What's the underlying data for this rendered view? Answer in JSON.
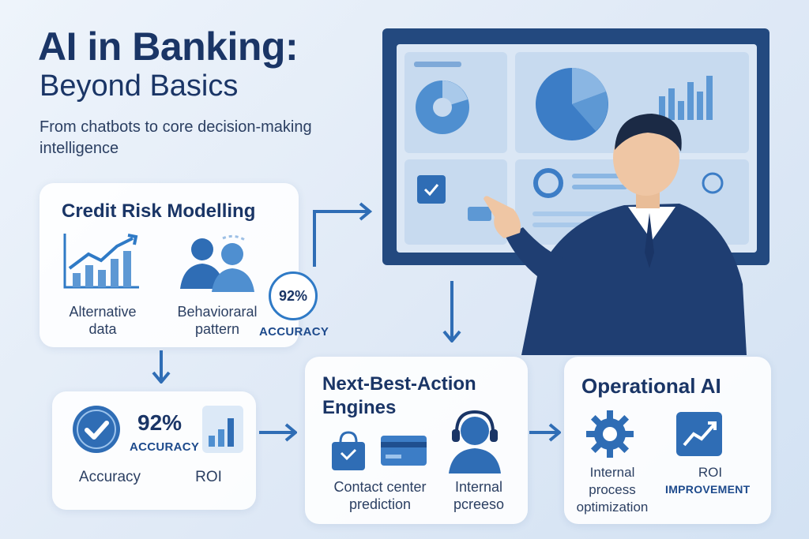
{
  "header": {
    "title": "AI in Banking:",
    "subtitle": "Beyond Basics",
    "tagline": "From chatbots to core decision-making intelligence"
  },
  "credit_risk": {
    "title": "Credit Risk Modelling",
    "item1": "Alternative data",
    "item2": "Behavioraral pattern",
    "badge_value": "92%",
    "badge_label": "ACCURACY"
  },
  "accuracy_card": {
    "value": "92%",
    "value_label": "ACCURACY",
    "item1": "Accuracy",
    "item2": "ROI"
  },
  "nba": {
    "title": "Next-Best-Action Engines",
    "item1": "Contact center prediction",
    "item2": "Internal pcreeso"
  },
  "operational": {
    "title": "Operational AI",
    "item1": "Internal process optimization",
    "item2_line1": "ROI",
    "item2_line2": "IMPROVEMENT"
  },
  "colors": {
    "primary": "#1a3566",
    "accent": "#2f7ac6",
    "card": "#ffffff",
    "background": "#e3ecf7"
  },
  "icons": [
    "bar-chart-up-icon",
    "people-icon",
    "check-circle-icon",
    "roi-bars-icon",
    "shopping-bag-icon",
    "credit-card-icon",
    "headset-agent-icon",
    "gear-icon",
    "trend-up-icon",
    "arrow-icon"
  ]
}
